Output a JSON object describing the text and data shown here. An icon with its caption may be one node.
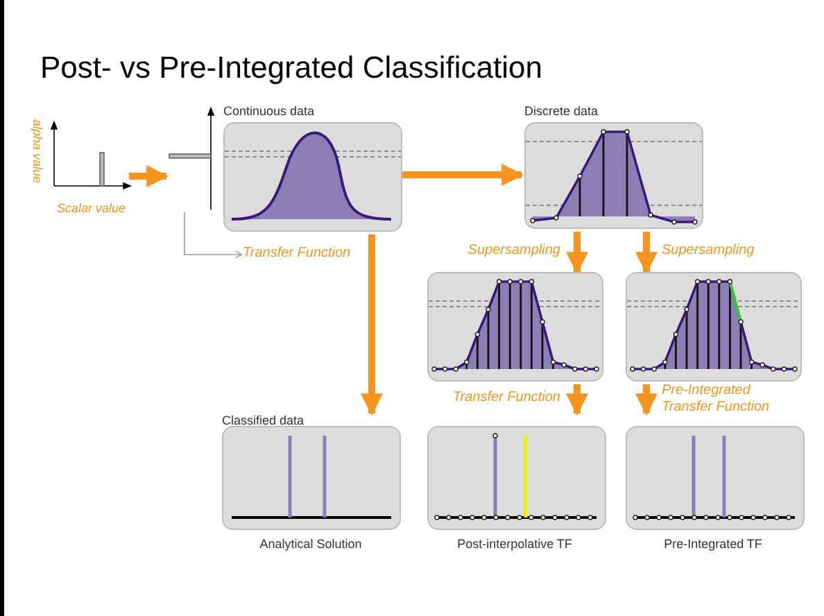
{
  "diagram": {
    "title": "Post- vs Pre-Integrated Classification",
    "nodes": [
      {
        "text": [
          "alpha value",
          "Scalar value"
        ]
      },
      {
        "text": [
          "Continuous data"
        ]
      },
      {
        "text": [
          "Discrete data"
        ]
      },
      {
        "text": [],
        "shape": "picture"
      },
      {
        "text": [],
        "shape": "picture"
      },
      {
        "text": [
          "Classified data",
          "Analytical Solution"
        ]
      },
      {
        "text": [
          "Post-interpolative TF"
        ]
      },
      {
        "text": [
          "Pre-Integrated TF"
        ]
      },
      {
        "text": [],
        "shape": "picture"
      },
      {
        "text": [
          "Transfer Function"
        ]
      }
    ],
    "edges": [
      {
        "from": 0,
        "to": 8,
        "arrow": "to"
      },
      {
        "from": 1,
        "to": 2,
        "arrow": "to"
      },
      {
        "from": 2,
        "to": 3,
        "arrow": "to",
        "label": "Supersampling"
      },
      {
        "from": 2,
        "to": 4,
        "arrow": "to",
        "label": "Supersampling"
      },
      {
        "from": 1,
        "to": 5,
        "arrow": "to"
      },
      {
        "from": 3,
        "to": 6,
        "arrow": "to",
        "label": "Transfer Function"
      },
      {
        "from": 4,
        "to": 7,
        "arrow": "to",
        "label": "Pre-Integrated Transfer Function"
      },
      {
        "from": 8,
        "to": 9,
        "arrow": "to",
        "color": "#999999"
      }
    ]
  }
}
